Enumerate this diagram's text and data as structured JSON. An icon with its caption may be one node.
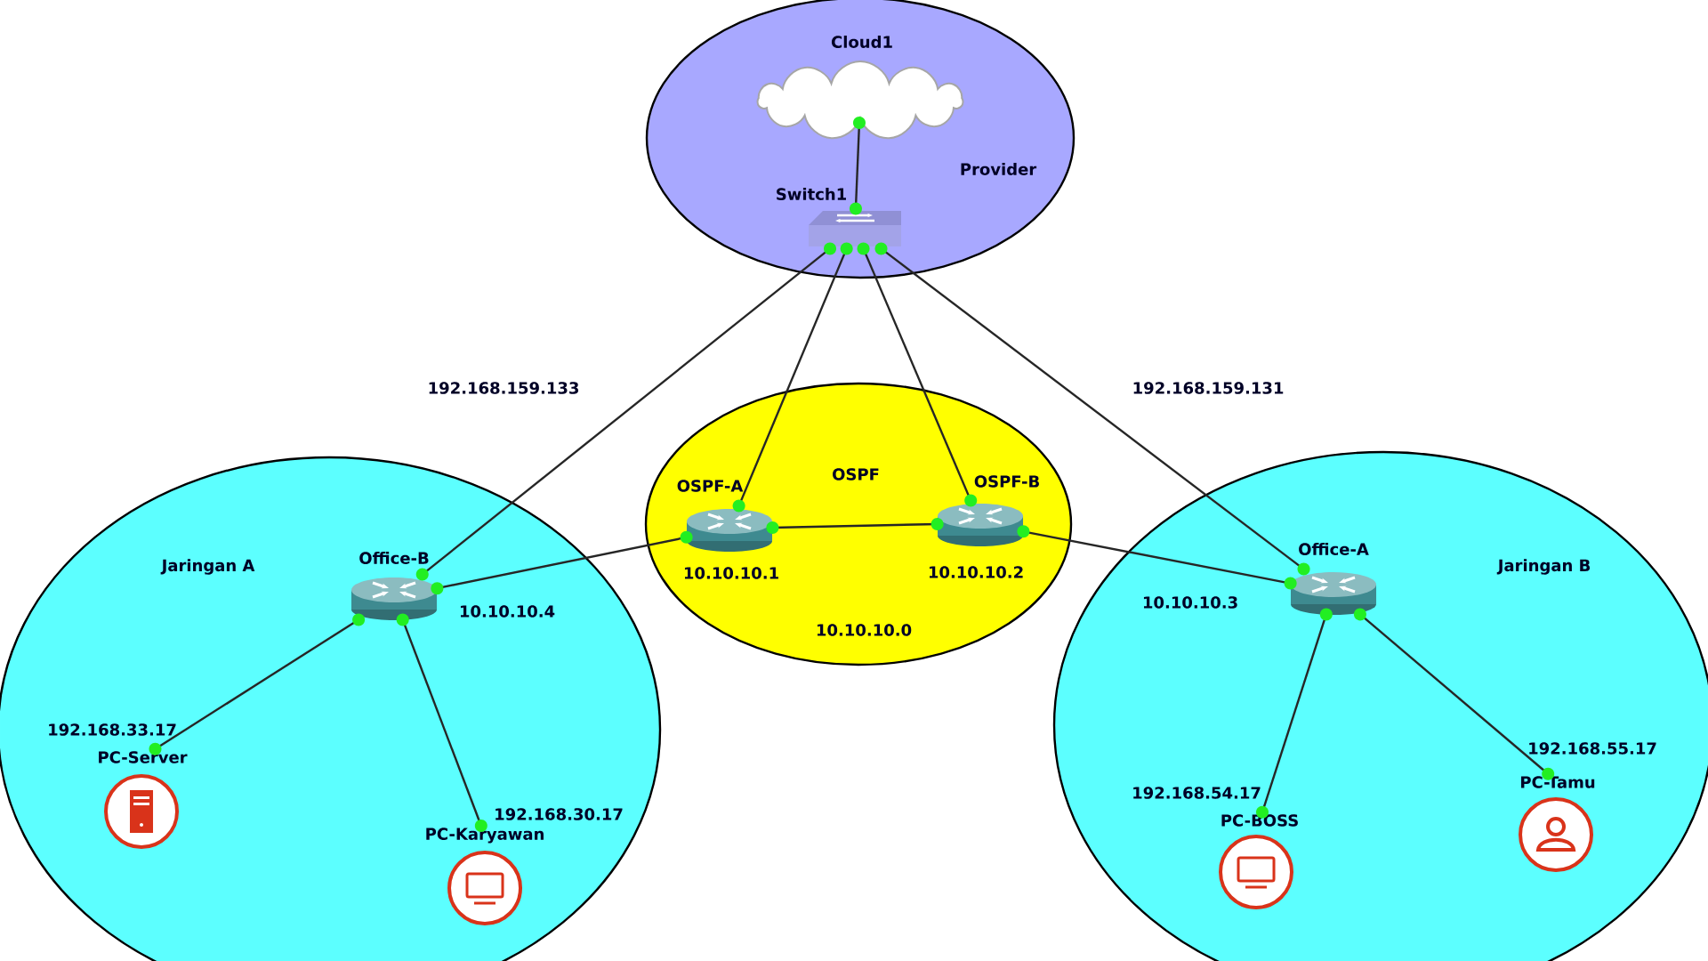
{
  "diagram": {
    "nodes": [
      {
        "text": [
          "Provider"
        ]
      },
      {
        "text": [
          "Cloud1"
        ],
        "in": 0
      },
      {
        "text": [
          "Switch1"
        ],
        "in": 0
      },
      {
        "text": [
          "OSPF",
          "10.10.10.0"
        ]
      },
      {
        "text": [
          "OSPF-A"
        ],
        "beside": [
          "10.10.10.1"
        ],
        "in": 3
      },
      {
        "text": [
          "OSPF-B"
        ],
        "beside": [
          "10.10.10.2"
        ],
        "in": 3
      },
      {
        "text": [
          "Jaringan A"
        ]
      },
      {
        "text": [
          "Office-B"
        ],
        "beside": [
          "10.10.10.4"
        ],
        "in": 6
      },
      {
        "text": [
          "PC-Server"
        ],
        "beside": [
          "192.168.33.17"
        ],
        "in": 6
      },
      {
        "text": [
          "PC-Karyawan"
        ],
        "beside": [
          "192.168.30.17"
        ],
        "in": 6
      },
      {
        "text": [
          "Jaringan B"
        ]
      },
      {
        "text": [
          "Office-A"
        ],
        "beside": [
          "10.10.10.3"
        ],
        "in": 10
      },
      {
        "text": [
          "PC-BOSS"
        ],
        "beside": [
          "192.168.54.17"
        ],
        "in": 10
      },
      {
        "text": [
          "PC-Tamu"
        ],
        "beside": [
          "192.168.55.17"
        ],
        "in": 10
      }
    ],
    "edges": [
      {
        "from": 1,
        "to": 2,
        "arrow": "other"
      },
      {
        "from": 2,
        "to": 7,
        "arrow": "other"
      },
      {
        "from": 2,
        "to": 4,
        "arrow": "other"
      },
      {
        "from": 2,
        "to": 5,
        "arrow": "other"
      },
      {
        "from": 2,
        "to": 11,
        "arrow": "other"
      },
      {
        "from": 4,
        "to": 5,
        "arrow": "other"
      },
      {
        "from": 7,
        "to": 4,
        "arrow": "other"
      },
      {
        "from": 5,
        "to": 11,
        "arrow": "other"
      },
      {
        "from": 7,
        "to": 8,
        "arrow": "other"
      },
      {
        "from": 7,
        "to": 9,
        "arrow": "other"
      },
      {
        "from": 11,
        "to": 12,
        "arrow": "other"
      },
      {
        "from": 11,
        "to": 13,
        "arrow": "other"
      }
    ],
    "labels": [
      "192.168.159.133",
      "192.168.159.131"
    ]
  }
}
